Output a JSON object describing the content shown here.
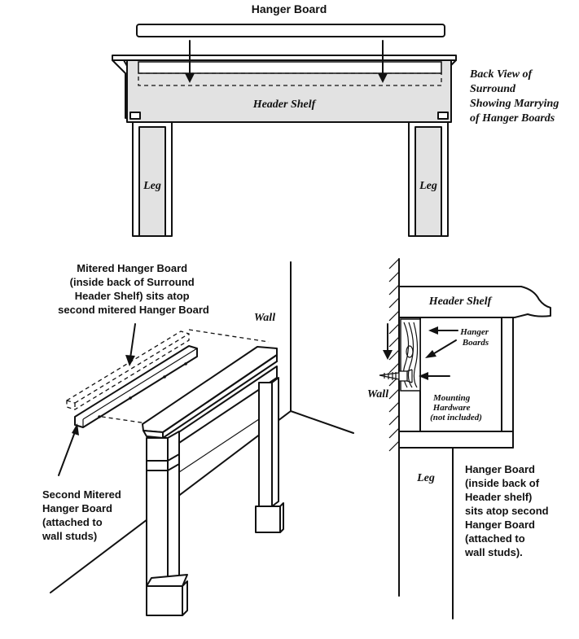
{
  "top": {
    "title": "Hanger Board",
    "header_shelf": "Header Shelf",
    "leg_left": "Leg",
    "leg_right": "Leg",
    "back_view_lines": [
      "Back View of",
      "Surround",
      "Showing Marrying",
      "of Hanger Boards"
    ]
  },
  "left": {
    "mitered_lines": [
      "Mitered Hanger Board",
      "(inside back of Surround",
      "Header Shelf) sits atop",
      "second mitered Hanger Board"
    ],
    "wall": "Wall",
    "second_lines": [
      "Second Mitered",
      "Hanger Board",
      "(attached to",
      "wall studs)"
    ]
  },
  "right": {
    "header_shelf": "Header Shelf",
    "hanger_boards_lines": [
      "Hanger",
      "Boards"
    ],
    "wall": "Wall",
    "mounting_lines": [
      "Mounting",
      "Hardware",
      "(not included)"
    ],
    "leg": "Leg",
    "note_lines": [
      "Hanger Board",
      "(inside back of",
      "Header shelf)",
      "sits atop second",
      "Hanger Board",
      "(attached to",
      "wall studs)."
    ]
  }
}
